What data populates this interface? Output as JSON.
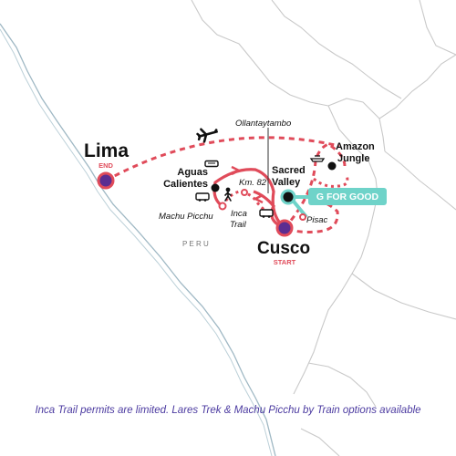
{
  "colors": {
    "route": "#e04b5a",
    "start_end_fill": "#5b2d91",
    "teal": "#6fd3c9",
    "border": "#c9c9c9",
    "coast": "#9fb8c4",
    "caption": "#4b3aa0",
    "label": "#111111"
  },
  "labels": {
    "lima": "Lima",
    "lima_sub": "END",
    "cusco": "Cusco",
    "cusco_sub": "START",
    "aguas": "Aguas",
    "calientes": "Calientes",
    "sacred": "Sacred",
    "valley": "Valley",
    "amazon": "Amazon",
    "jungle": "Jungle",
    "ollantaytambo": "Ollantaytambo",
    "km82": "Km. 82",
    "machu": "Machu Picchu",
    "inca": "Inca",
    "trail": "Trail",
    "pisac": "Pisac",
    "peru": "P E R U",
    "g_for_good": "G FOR GOOD"
  },
  "icons": [
    "airplane-icon",
    "train-icon",
    "bus-icon",
    "hiker-icon",
    "boat-icon"
  ],
  "caption": "Inca Trail permits are limited. Lares Trek & Machu Picchu by Train options available"
}
